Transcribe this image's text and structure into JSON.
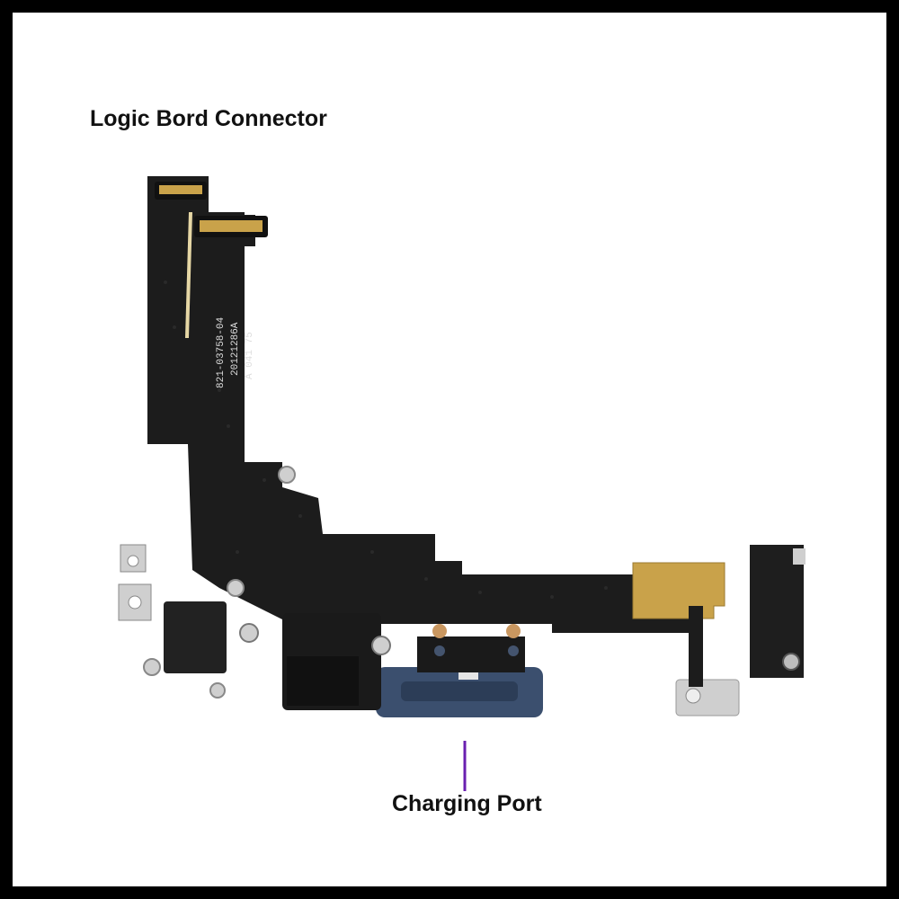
{
  "labels": {
    "top": "Logic Bord Connector",
    "bottom": "Charging Port"
  },
  "part_markings": {
    "line1": "821-03758-04",
    "line2": "20121286A",
    "line3": "A 041 75"
  },
  "colors": {
    "frame": "#000000",
    "background": "#ffffff",
    "flex_cable": "#1c1c1c",
    "gold_contacts": "#c9a24a",
    "port_blue": "#3b4f6e",
    "pointer_line": "#6a1fb0",
    "metal_bracket": "#cfcfcf"
  },
  "image": {
    "subject": "charging port flex cable assembly"
  }
}
